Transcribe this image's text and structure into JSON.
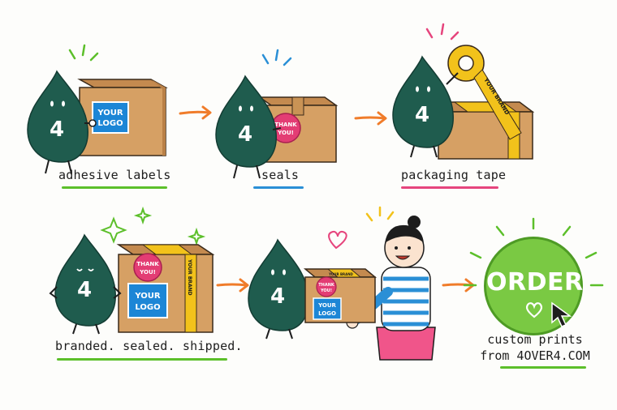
{
  "steps": [
    {
      "caption": "adhesive labels",
      "box_label_line1": "YOUR",
      "box_label_line2": "LOGO",
      "mascot_number": "4",
      "underline_color": "#5cbf2a"
    },
    {
      "caption": "seals",
      "seal_line1": "THANK",
      "seal_line2": "YOU!",
      "mascot_number": "4",
      "underline_color": "#2a8fd6"
    },
    {
      "caption": "packaging tape",
      "tape_text": "YOUR BRAND",
      "mascot_number": "4",
      "underline_color": "#e6457d"
    },
    {
      "caption": "branded. sealed. shipped.",
      "seal_line1": "THANK",
      "seal_line2": "YOU!",
      "box_label_line1": "YOUR",
      "box_label_line2": "LOGO",
      "tape_text": "YOUR BRAND",
      "mascot_number": "4",
      "underline_color": "#5cbf2a"
    },
    {
      "seal_line1": "THANK",
      "seal_line2": "YOU!",
      "box_label_line1": "YOUR",
      "box_label_line2": "LOGO",
      "tape_text": "YOUR BRAND",
      "mascot_number": "4"
    }
  ],
  "order": {
    "label": "ORDER",
    "caption_line1": "custom prints",
    "caption_line2": "from 4OVER4.COM",
    "button_color": "#7ac943"
  },
  "colors": {
    "mascot": "#1f5c4e",
    "box": "#d6a064",
    "arrow": "#f07c2a",
    "tape": "#f2c21b",
    "label_blue": "#1c86d6",
    "seal_pink": "#e33d74"
  }
}
